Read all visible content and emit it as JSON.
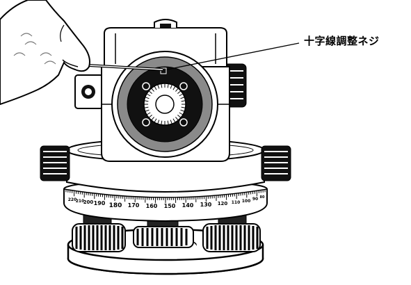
{
  "callout": {
    "label": "十字線調整ネジ"
  },
  "scale": {
    "major_labels": [
      "180",
      "170",
      "160",
      "150",
      "140",
      "130"
    ],
    "minor_left_labels": [
      "190",
      "200",
      "210",
      "220"
    ],
    "minor_right_labels": [
      "120",
      "110",
      "100",
      "90",
      "80"
    ]
  },
  "colors": {
    "outline": "#000000",
    "body_fill": "#ffffff",
    "ring_gray": "#8a8a8a",
    "dark": "#111111"
  }
}
